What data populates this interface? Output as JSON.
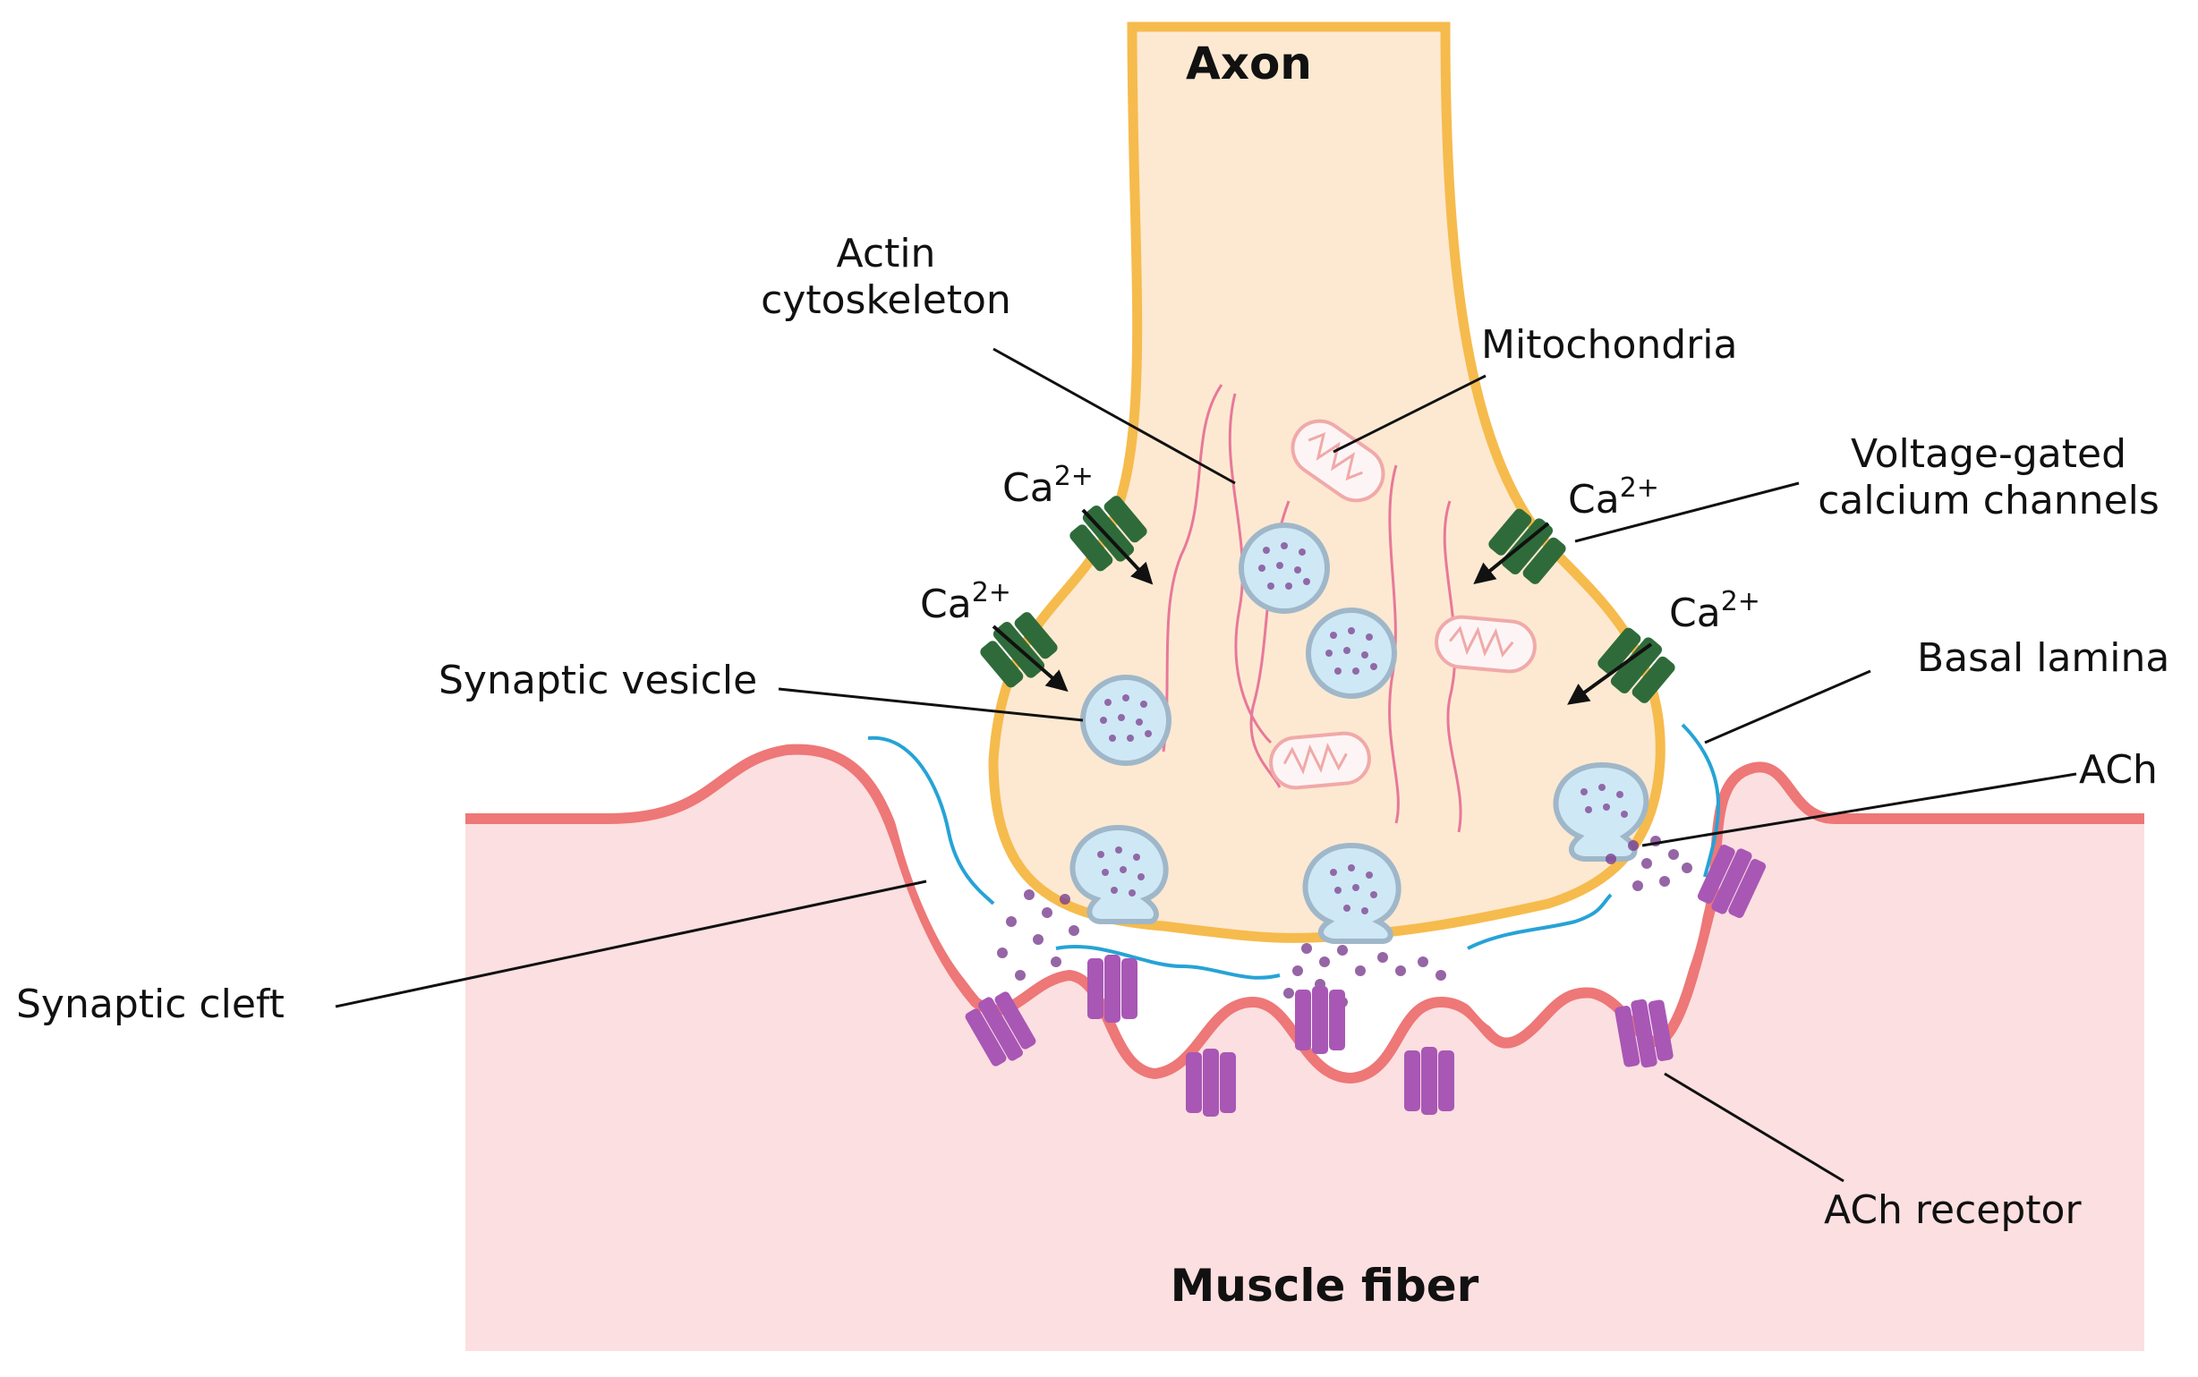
{
  "labels": {
    "axon": "Axon",
    "actin_line1": "Actin",
    "actin_line2": "cytoskeleton",
    "mitochondria": "Mitochondria",
    "vgcc_line1": "Voltage-gated",
    "vgcc_line2": "calcium channels",
    "synaptic_vesicle": "Synaptic vesicle",
    "basal_lamina": "Basal lamina",
    "ach": "ACh",
    "synaptic_cleft": "Synaptic cleft",
    "ach_receptor": "ACh receptor",
    "muscle_fiber": "Muscle fiber"
  },
  "ion": {
    "symbol": "Ca",
    "charge": "2+"
  },
  "colors": {
    "axon_fill": "#fde9d1",
    "axon_outline": "#f6bb4d",
    "muscle_fill": "#fcdfe0",
    "muscle_outline": "#ee7777",
    "vesicle_fill": "#cfe8f5",
    "vesicle_dot": "#7b3f8f",
    "channel": "#2f6b3a",
    "receptor": "#a857b5",
    "basal_lamina": "#26a3d6",
    "actin": "#e8789a"
  }
}
